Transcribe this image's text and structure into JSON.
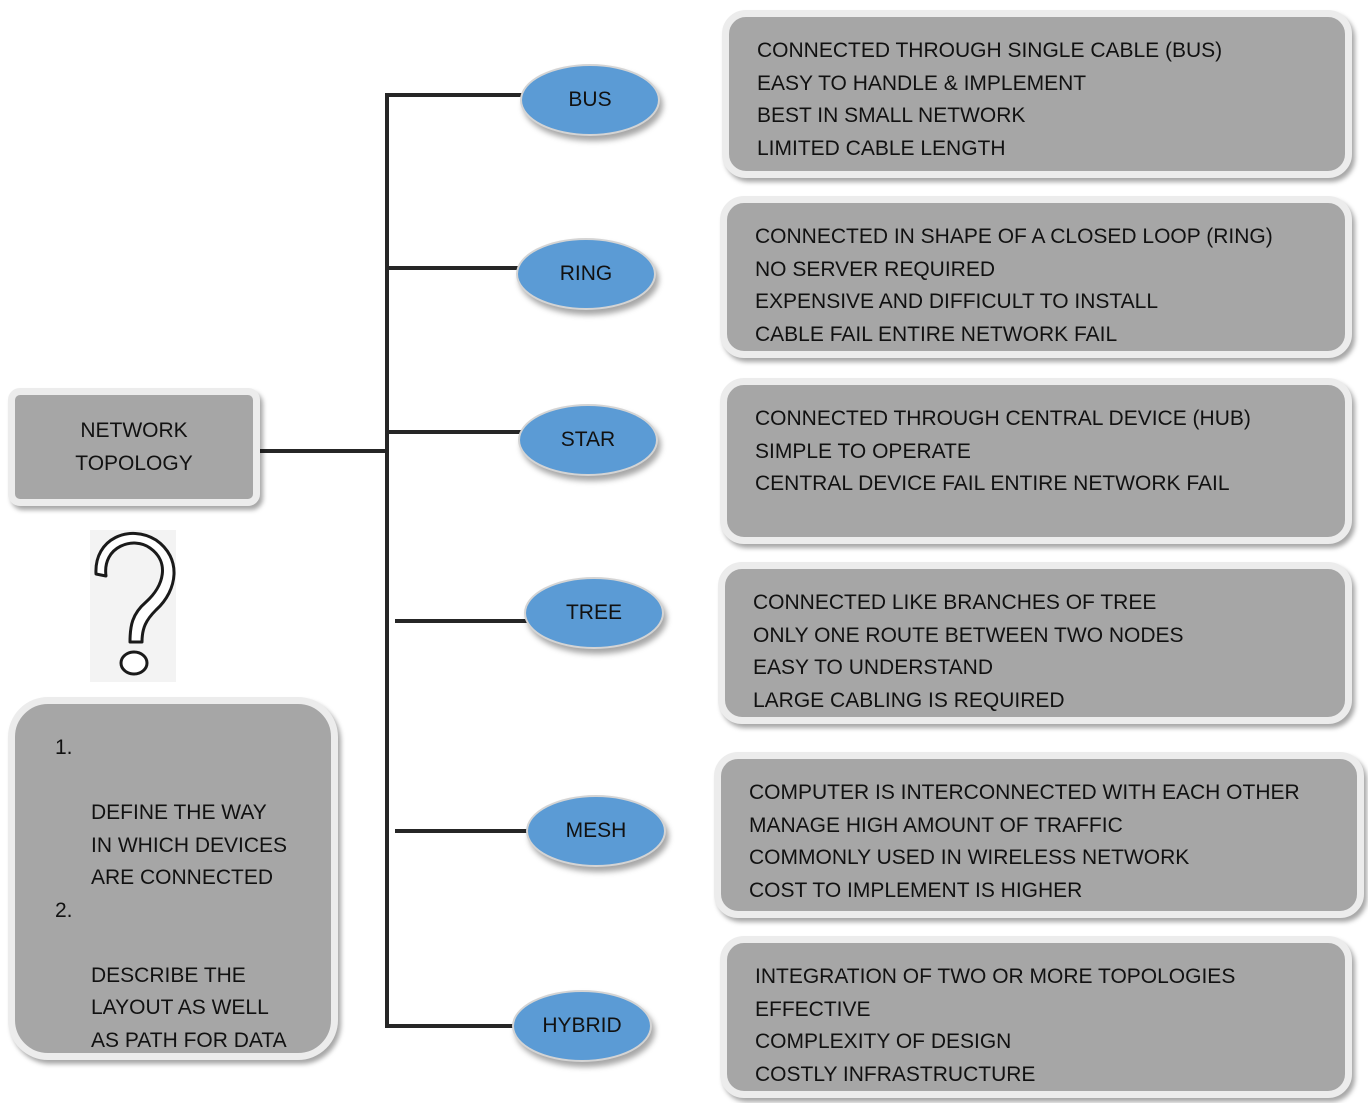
{
  "root": {
    "line1": "NETWORK",
    "line2": "TOPOLOGY"
  },
  "description": {
    "items": [
      {
        "number": "1.",
        "text": "DEFINE THE WAY\nIN WHICH DEVICES\nARE CONNECTED"
      },
      {
        "number": "2.",
        "text": "DESCRIBE THE\nLAYOUT AS WELL\nAS PATH FOR DATA"
      }
    ]
  },
  "topologies": [
    {
      "name": "BUS",
      "details": [
        "CONNECTED THROUGH SINGLE CABLE (BUS)",
        "EASY TO HANDLE & IMPLEMENT",
        "BEST IN SMALL NETWORK",
        "LIMITED CABLE LENGTH"
      ]
    },
    {
      "name": "RING",
      "details": [
        "CONNECTED IN SHAPE OF A CLOSED LOOP (RING)",
        "NO SERVER REQUIRED",
        "EXPENSIVE AND DIFFICULT TO INSTALL",
        "CABLE FAIL ENTIRE NETWORK FAIL"
      ]
    },
    {
      "name": "STAR",
      "details": [
        "CONNECTED THROUGH CENTRAL DEVICE (HUB)",
        "SIMPLE TO OPERATE",
        "CENTRAL DEVICE FAIL ENTIRE NETWORK FAIL"
      ]
    },
    {
      "name": "TREE",
      "details": [
        "CONNECTED LIKE BRANCHES OF TREE",
        "ONLY ONE ROUTE BETWEEN TWO NODES",
        "EASY TO UNDERSTAND",
        "LARGE CABLING IS REQUIRED"
      ]
    },
    {
      "name": "MESH",
      "details": [
        "COMPUTER IS INTERCONNECTED WITH EACH OTHER",
        "MANAGE HIGH AMOUNT OF TRAFFIC",
        "COMMONLY USED IN WIRELESS NETWORK",
        "COST TO IMPLEMENT IS HIGHER"
      ]
    },
    {
      "name": "HYBRID",
      "details": [
        "INTEGRATION OF TWO OR MORE TOPOLOGIES",
        "EFFECTIVE",
        "COMPLEXITY OF DESIGN",
        "COSTLY INFRASTRUCTURE"
      ]
    }
  ],
  "colors": {
    "node_fill": "#5b9bd5",
    "box_fill": "#a6a6a6",
    "box_border": "#ececec",
    "connector": "#262626"
  },
  "icons": {
    "help": "question-mark-icon"
  }
}
